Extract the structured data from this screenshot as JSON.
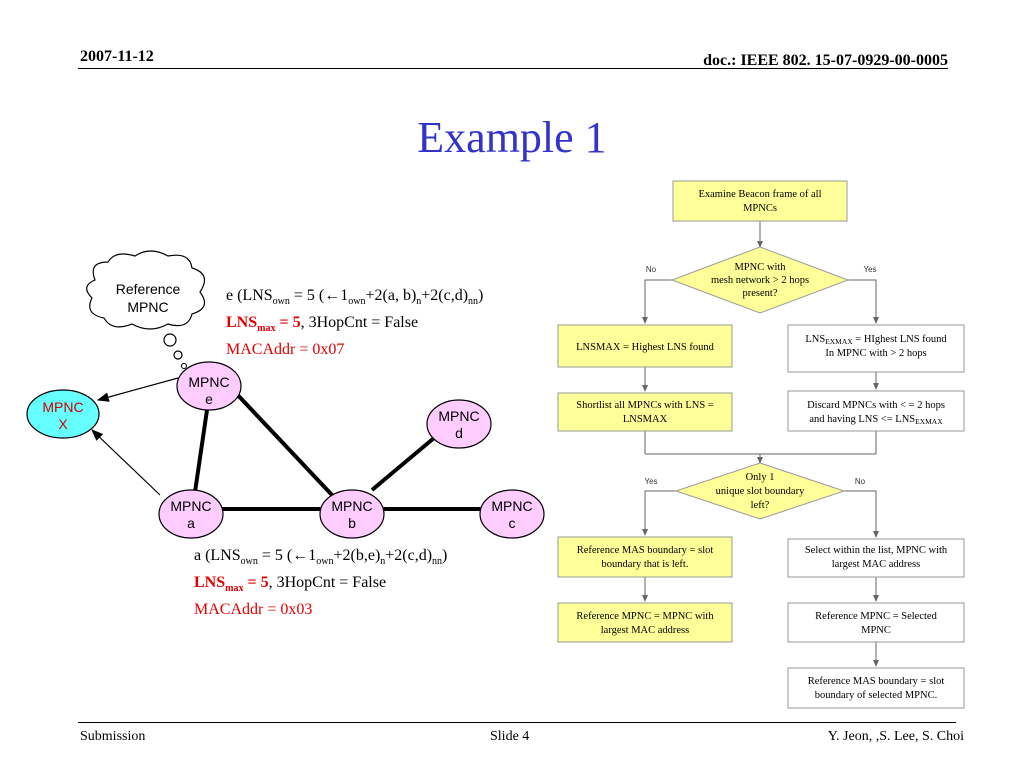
{
  "header": {
    "date": "2007-11-12",
    "doc_id": "doc.: IEEE 802. 15-07-0929-00-0005"
  },
  "title": "Example 1",
  "footer": {
    "left": "Submission",
    "center": "Slide 4",
    "right": "Y. Jeon, ,S. Lee,  S. Choi"
  },
  "graph": {
    "thought_bubble": [
      "Reference",
      "MPNC"
    ],
    "nodes": {
      "x": [
        "MPNC",
        "X"
      ],
      "e": [
        "MPNC",
        "e"
      ],
      "d": [
        "MPNC",
        "d"
      ],
      "a": [
        "MPNC",
        "a"
      ],
      "b": [
        "MPNC",
        "b"
      ],
      "c": [
        "MPNC",
        "c"
      ]
    },
    "colors": {
      "node_fill": "#ffccff",
      "reference_fill": "#66ffff",
      "reference_text": "#cc0000",
      "red": "#e00000"
    }
  },
  "info_e": {
    "line1_pre": "e (LNS",
    "line1_sub1": "own",
    "line1_mid": " = 5 (←1",
    "line1_sub2": "own",
    "line1_mid2": "+2(a, b)",
    "line1_sub3": "n",
    "line1_mid3": "+2(c,d)",
    "line1_sub4": "nn",
    "line1_end": ")",
    "line2_bold": "LNS",
    "line2_sub": "max",
    "line2_bold2": " = 5",
    "line2_rest": ", 3HopCnt = False",
    "line3": "MACAddr = 0x07"
  },
  "info_a": {
    "line1_pre": "a (LNS",
    "line1_sub1": "own",
    "line1_mid": " = 5 (←1",
    "line1_sub2": "own",
    "line1_mid2": "+2(b,e)",
    "line1_sub3": "n",
    "line1_mid3": "+2(c,d)",
    "line1_sub4": "nn",
    "line1_end": ")",
    "line2_bold": "LNS",
    "line2_sub": "max",
    "line2_bold2": " = 5",
    "line2_rest": ", 3HopCnt = False",
    "line3": "MACAddr = 0x03"
  },
  "flowchart": {
    "start": [
      "Examine Beacon frame of all",
      "MPNCs"
    ],
    "decision1": [
      "MPNC with",
      "mesh network > 2 hops",
      "present?"
    ],
    "d1_no": "No",
    "d1_yes": "Yes",
    "left1": "LNSMAX = Highest LNS found",
    "right1_line1_a": "LNS",
    "right1_line1_sub": "EXMAX",
    "right1_line1_b": " = HIghest LNS found",
    "right1_line2": "In MPNC with > 2 hops",
    "left2": [
      "Shortlist all MPNCs with LNS =",
      "LNSMAX"
    ],
    "right2_line1": "Discard MPNCs with < =  2 hops",
    "right2_line2_a": "and having LNS <= LNS",
    "right2_line2_sub": "EXMAX",
    "decision2": [
      "Only 1",
      "unique slot boundary",
      "left?"
    ],
    "d2_yes": "Yes",
    "d2_no": "No",
    "left3": [
      "Reference MAS boundary = slot",
      "boundary that is left."
    ],
    "right3": [
      "Select within the list, MPNC with",
      "largest MAC address"
    ],
    "left4": [
      "Reference MPNC = MPNC with",
      "largest MAC address"
    ],
    "right4": [
      "Reference MPNC = Selected",
      "MPNC"
    ],
    "right5": [
      "Reference MAS boundary = slot",
      "boundary of selected MPNC."
    ],
    "colors": {
      "yellow": "#ffff99",
      "border": "#999999"
    }
  }
}
